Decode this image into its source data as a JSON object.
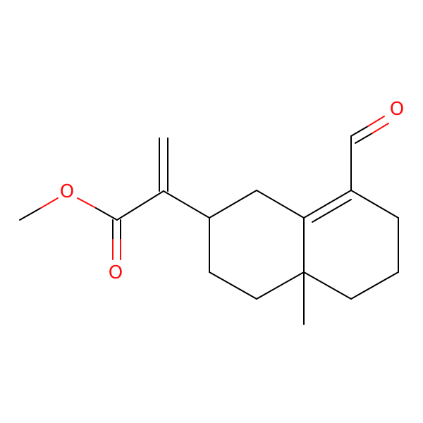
{
  "molecule": {
    "atoms": [
      {
        "id": "carbonyl_O_aldehyde",
        "symbol": "O",
        "color": "#ff0d0d",
        "shown": true
      },
      {
        "id": "ester_O_single",
        "symbol": "O",
        "color": "#ff0d0d",
        "shown": true
      },
      {
        "id": "ester_O_double",
        "symbol": "O",
        "color": "#ff0d0d",
        "shown": true
      }
    ],
    "bond_color": "#000000",
    "heteroatom_color": "#ff0d0d"
  }
}
